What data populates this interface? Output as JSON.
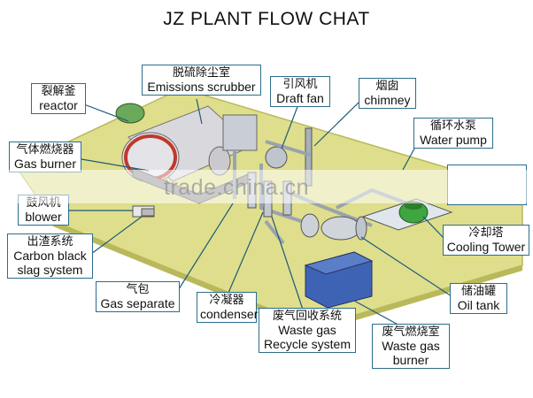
{
  "title": "JZ PLANT FLOW CHAT",
  "labels": {
    "reactor": {
      "zh": "裂解釜",
      "en": "reactor"
    },
    "scrubber": {
      "zh": "脱硫除尘室",
      "en": "Emissions scrubber"
    },
    "fan": {
      "zh": "引风机",
      "en": "Draft fan"
    },
    "chimney": {
      "zh": "烟囱",
      "en": "chimney"
    },
    "pump": {
      "zh": "循环水泵",
      "en": "Water pump"
    },
    "burner": {
      "zh": "气体燃烧器",
      "en": "Gas burner"
    },
    "blower": {
      "zh": "鼓风机",
      "en": "blower"
    },
    "cooling": {
      "zh": "冷却塔",
      "en": "Cooling Tower"
    },
    "slag": {
      "zh": "出渣系统",
      "en1": "Carbon black",
      "en2": "slag system"
    },
    "gas_sep": {
      "zh": "气包",
      "en": "Gas separate"
    },
    "condenser": {
      "zh": "冷凝器",
      "en": "condenser"
    },
    "waste_gas": {
      "zh": "废气回收系统",
      "en1": "Waste gas",
      "en2": "Recycle system"
    },
    "oil_tank": {
      "zh": "储油罐",
      "en": "Oil tank"
    },
    "burner_room": {
      "zh": "废气燃烧室",
      "en1": "Waste gas",
      "en2": "burner"
    }
  },
  "watermark": "trade.china.cn",
  "colors": {
    "platform": "#dede8c",
    "platform_edge": "#b9b95c",
    "reactor_body": "#d9d9dd",
    "reactor_red": "#c0392b",
    "pipe": "#9aa3ad",
    "tank_blue": "#3f63b4",
    "green": "#3fa63f",
    "line": "#1e5a78"
  }
}
